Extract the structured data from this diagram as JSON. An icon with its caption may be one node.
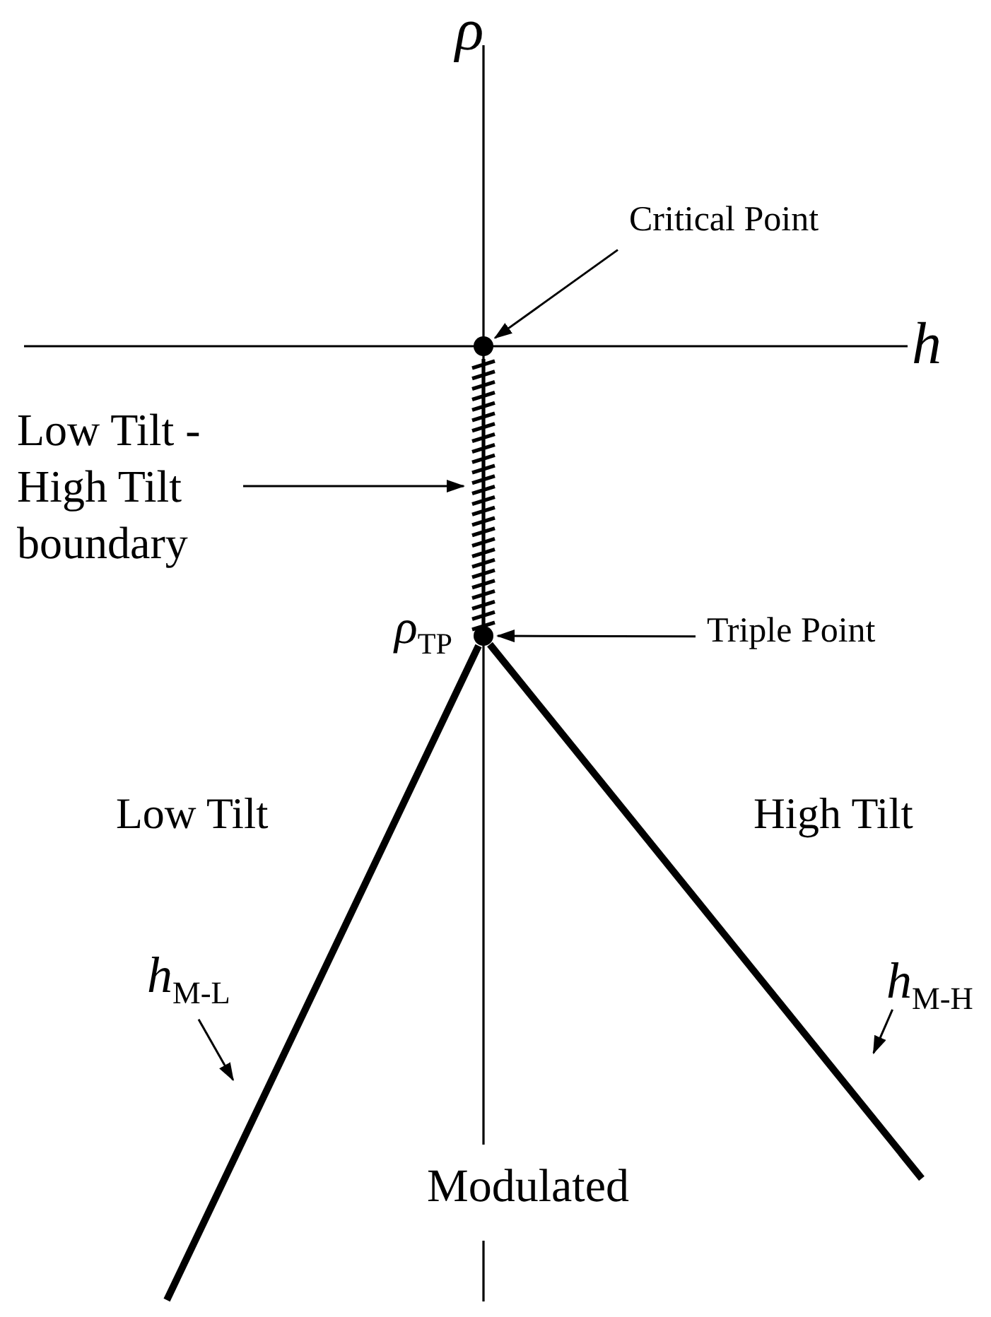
{
  "diagram": {
    "nodes": [
      {
        "text": [
          "Critical Point"
        ]
      },
      {
        "text": [],
        "shape": "circle"
      },
      {
        "text": [
          "Low Tilt - High Tilt boundary"
        ]
      },
      {
        "text": [],
        "shape": "line"
      },
      {
        "text": [
          "Triple Point"
        ]
      },
      {
        "text": [],
        "shape": "circle"
      },
      {
        "text": [
          "*h*$_{M-L}$"
        ]
      },
      {
        "text": [],
        "shape": "line"
      },
      {
        "text": [
          "*h*$_{M-H}$"
        ]
      },
      {
        "text": [],
        "shape": "line"
      }
    ],
    "edges": [
      {
        "from": 0,
        "to": 1,
        "arrow": "to"
      },
      {
        "from": 2,
        "to": 3,
        "arrow": "to"
      },
      {
        "from": 4,
        "to": 5,
        "arrow": "to"
      },
      {
        "from": 6,
        "to": 7,
        "arrow": "to"
      },
      {
        "from": 8,
        "to": 9,
        "arrow": "to"
      }
    ],
    "labels": [
      "ρ",
      "h",
      "*ρ*$_{TP}$",
      "Low Tilt",
      "High Tilt",
      "Modulated"
    ]
  }
}
